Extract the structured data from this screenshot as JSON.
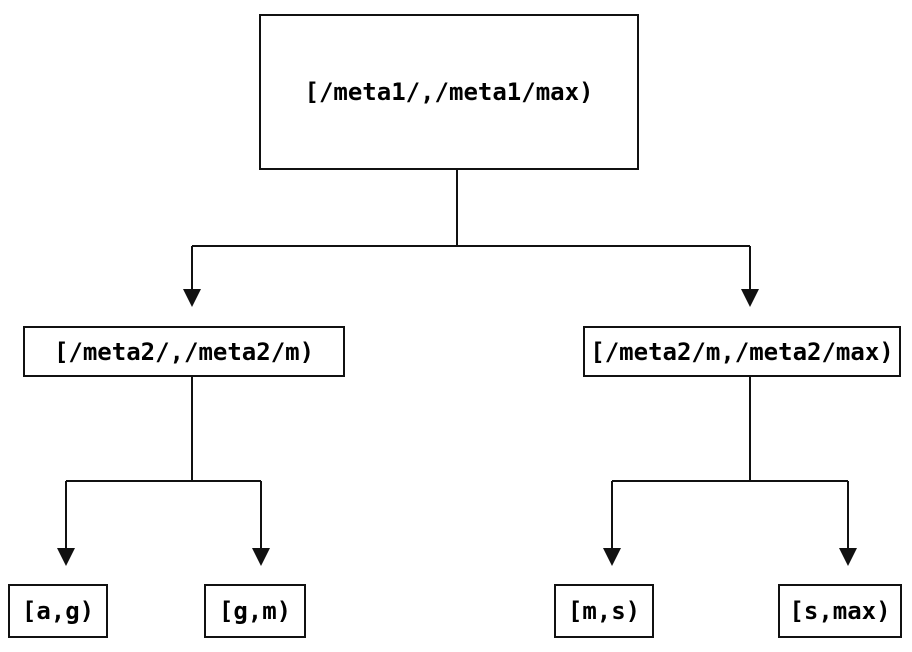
{
  "diagram": {
    "type": "tree",
    "root": {
      "label": "[/meta1/,/meta1/max)",
      "children": [
        {
          "label": "[/meta2/,/meta2/m)",
          "children": [
            {
              "label": "[a,g)"
            },
            {
              "label": "[g,m)"
            }
          ]
        },
        {
          "label": "[/meta2/m,/meta2/max)",
          "children": [
            {
              "label": "[m,s)"
            },
            {
              "label": "[s,max)"
            }
          ]
        }
      ]
    },
    "colors": {
      "line": "#111111",
      "text": "#000000",
      "background": "#ffffff"
    }
  }
}
